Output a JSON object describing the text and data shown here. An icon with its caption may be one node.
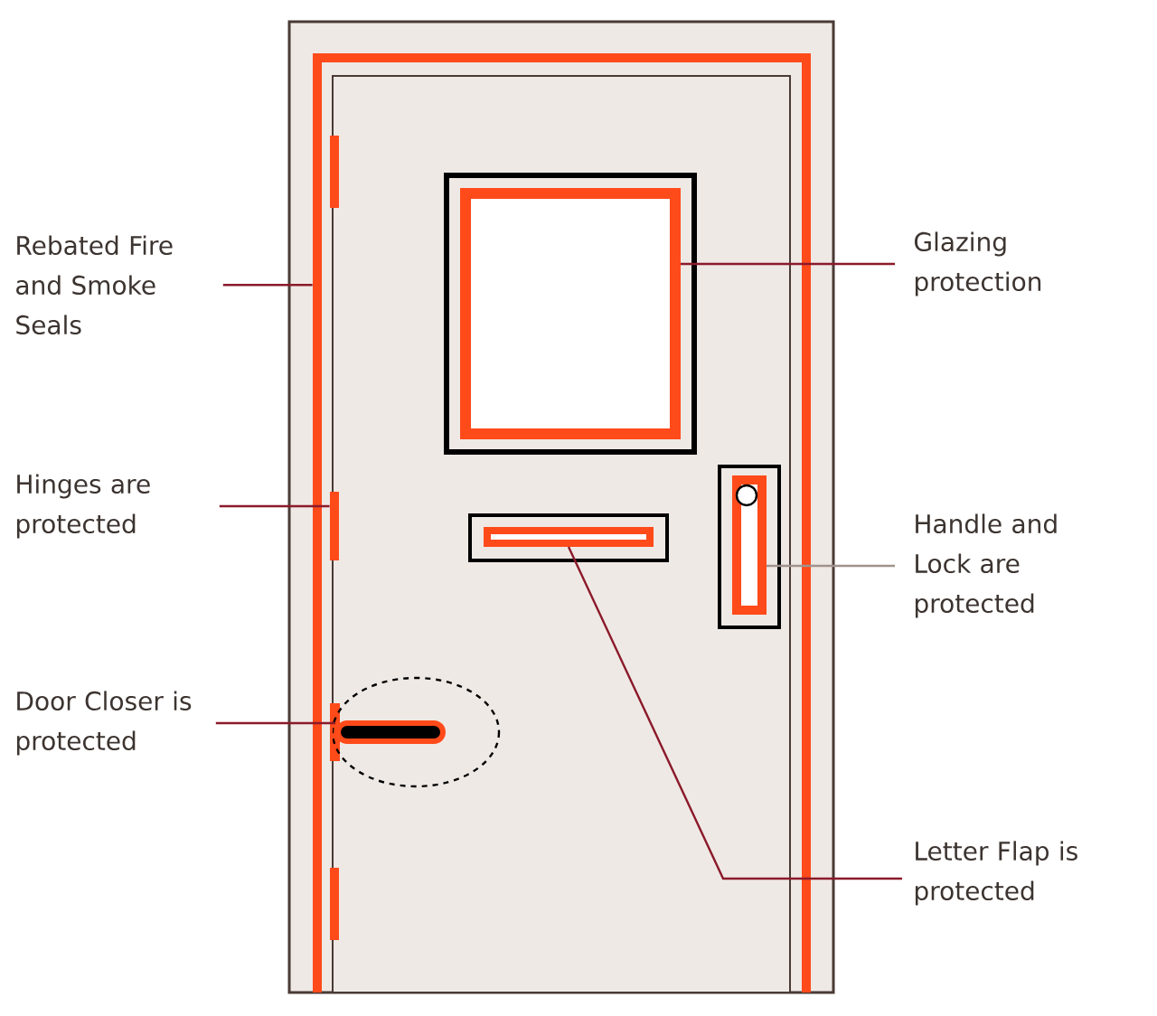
{
  "diagram": {
    "nodes": [
      {
        "text": [
          "Rebated Fire and Smoke Seals"
        ]
      },
      {
        "text": [
          "Glazing protection"
        ]
      },
      {
        "text": [
          "Hinges are protected"
        ]
      },
      {
        "text": [
          "Handle and Lock are protected"
        ]
      },
      {
        "text": [
          "Door Closer is protected"
        ]
      },
      {
        "text": [
          "Letter Flap is protected"
        ]
      },
      {
        "text": [],
        "shape": "bar"
      },
      {
        "text": [],
        "shape": "box"
      },
      {
        "text": [],
        "shape": "bar"
      },
      {
        "text": [],
        "shape": "box"
      },
      {
        "text": [],
        "shape": "bar"
      },
      {
        "text": [],
        "shape": "box"
      }
    ],
    "edges": [
      {
        "from": 0,
        "to": 6,
        "arrow": "none"
      },
      {
        "from": 1,
        "to": 7,
        "arrow": "none"
      },
      {
        "from": 2,
        "to": 8,
        "arrow": "none"
      },
      {
        "from": 3,
        "to": 9,
        "arrow": "none",
        "color": "#a0928c"
      },
      {
        "from": 4,
        "to": 10,
        "arrow": "none"
      },
      {
        "from": 5,
        "to": 11,
        "arrow": "none"
      }
    ]
  }
}
